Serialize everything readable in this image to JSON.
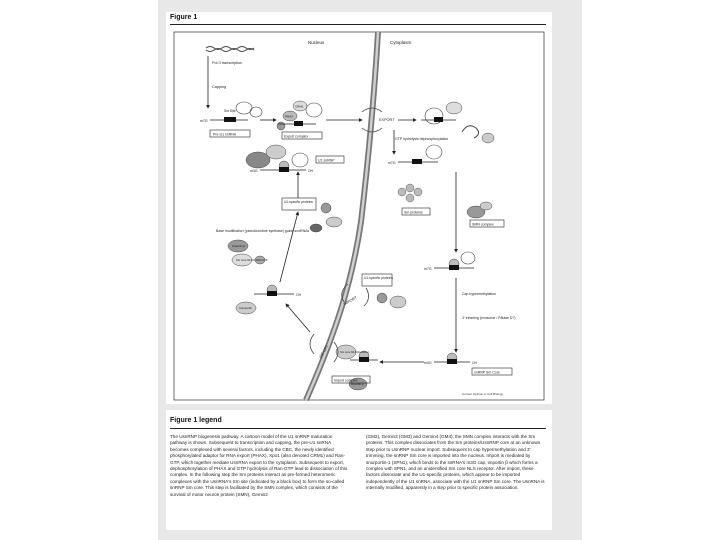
{
  "figure": {
    "title": "Figure 1",
    "compartments": {
      "nucleus": "Nucleus",
      "cytoplasm": "Cytoplasm"
    },
    "labels": {
      "pol2": "Pol II transcription",
      "capping": "Capping",
      "m7g": "m7G",
      "m3g": "m3G",
      "oh": "OH",
      "sm_site": "Sm Site",
      "cbc": "CBC",
      "phax": "PHAX",
      "crm1": "CRM1",
      "ran_gtp": "RAN GTP",
      "pre_u1": "Pre-U1 snRNA",
      "export_complex": "Export complex",
      "export": "EXPORT",
      "gtp_hydrolysis": "GTP hydrolysis dephosphorylation",
      "sm_proteins": "Sm proteins",
      "smn_complex": "SMN complex",
      "cap_hyper": "Cap hypermethylation",
      "trimming": "3' trimming (exosome / RNase D?)",
      "snrnp_sm_core": "snRNP Sm Core",
      "import": "IMPORT",
      "import_complex": "Import complex",
      "u1_specific_proteins": "U1-specific proteins",
      "u1_snrnp": "U1 snRNP",
      "base_mod": "Base modification (pseudouridine synthase) guide snoRNAs",
      "snurportin": "Snurportin",
      "importin": "Importin-β",
      "sm_core_nls": "Sm core NLS Receptor",
      "ran": "RAN GTP",
      "credit": "Current Opinion in Cell Biology"
    }
  },
  "legend": {
    "title": "Figure 1 legend",
    "left": "The UsnRNP biogenesis pathway. A cartoon model of the U1 snRNP maturation pathway is shown. Subsequent to transcription and capping, the pre-U1 snRNA becomes complexed with several factors, including the CBC, the newly identified phosphorylated adaptor for RNA export (PHAX), Xpo1 (also denoted CRM1) and Ran-GTP, which together mediate UsnRNA export to the cytoplasm. Subsequent to export, dephosphorylation of PHAX and GTP hydrolysis of Ran-GTP lead to dissociation of this complex. In the following step the Sm proteins interact as pre-formed heteromeric complexes with the UsnRNA's Sm site (indicated by a black box) to form the so-called snRNP Sm core. This step is facilitated by the SMN complex, which consists of the survival of motor neuron protein (SMN), Gemin2",
    "right": "(GM2), Gemin3 (GM3) and Gemin4 (GM4); the SMN complex interacts with the Sm proteins. This complex dissociates from the Sm proteins/UsnRNP core at an unknown step prior to UsnRNP nuclear import. Subsequent to cap hypermethylation and 3' trimming, the snRNP Sm core is imported into the nucleus. Import is mediated by snurportin-1 (SPN1), which binds to the snRNA's m3G cap, importin β which forms a complex with SPN1, and an unidentified Sm core NLS receptor. After import, these factors dissociate and the U1-specific proteins, which appear to be imported independently of the U1 snRNA, associate with the U1 snRNP Sm core. The UsnRNA is internally modified, apparently in a step prior to specific protein association."
  }
}
